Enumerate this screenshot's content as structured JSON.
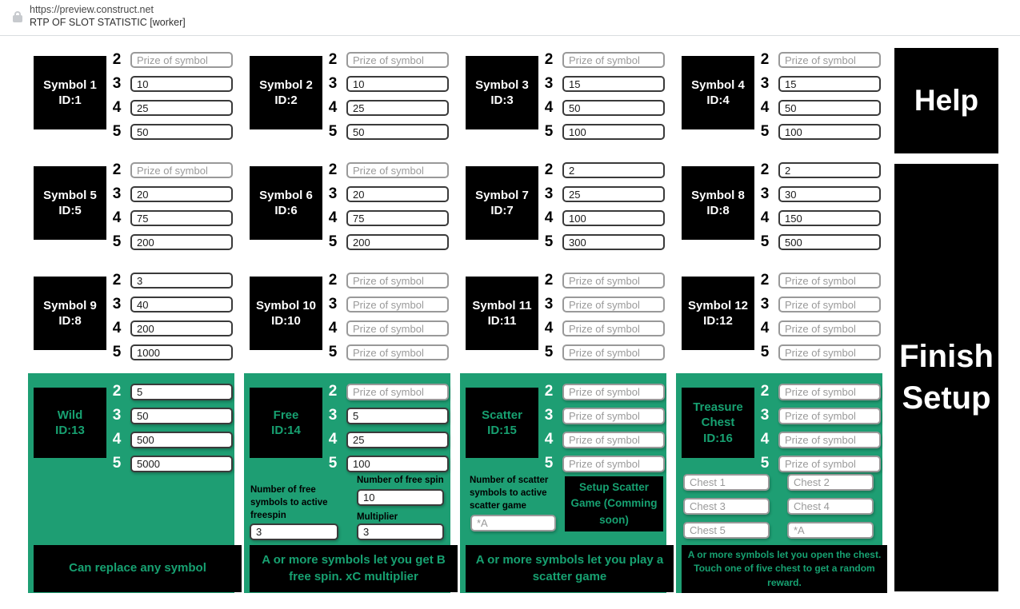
{
  "browser_bar": {
    "url": "https://preview.construct.net",
    "title": "RTP OF SLOT STATISTIC [worker]"
  },
  "labels": {
    "counts": [
      "2",
      "3",
      "4",
      "5"
    ],
    "prize_placeholder": "Prize of symbol"
  },
  "symbols": [
    {
      "name": "Symbol 1",
      "id": "ID:1",
      "values": [
        "",
        "10",
        "25",
        "50"
      ]
    },
    {
      "name": "Symbol 2",
      "id": "ID:2",
      "values": [
        "",
        "10",
        "25",
        "50"
      ]
    },
    {
      "name": "Symbol 3",
      "id": "ID:3",
      "values": [
        "",
        "15",
        "50",
        "100"
      ]
    },
    {
      "name": "Symbol 4",
      "id": "ID:4",
      "values": [
        "",
        "15",
        "50",
        "100"
      ]
    },
    {
      "name": "Symbol 5",
      "id": "ID:5",
      "values": [
        "",
        "20",
        "75",
        "200"
      ]
    },
    {
      "name": "Symbol 6",
      "id": "ID:6",
      "values": [
        "",
        "20",
        "75",
        "200"
      ]
    },
    {
      "name": "Symbol 7",
      "id": "ID:7",
      "values": [
        "2",
        "25",
        "100",
        "300"
      ]
    },
    {
      "name": "Symbol 8",
      "id": "ID:8",
      "values": [
        "2",
        "30",
        "150",
        "500"
      ]
    },
    {
      "name": "Symbol 9",
      "id": "ID:8",
      "values": [
        "3",
        "40",
        "200",
        "1000"
      ]
    },
    {
      "name": "Symbol 10",
      "id": "ID:10",
      "values": [
        "",
        "",
        "",
        ""
      ]
    },
    {
      "name": "Symbol 11",
      "id": "ID:11",
      "values": [
        "",
        "",
        "",
        ""
      ]
    },
    {
      "name": "Symbol 12",
      "id": "ID:12",
      "values": [
        "",
        "",
        "",
        ""
      ]
    }
  ],
  "special": {
    "wild": {
      "name": "Wild",
      "id": "ID:13",
      "values": [
        "5",
        "50",
        "500",
        "5000"
      ],
      "note": "Can replace any symbol"
    },
    "free": {
      "name": "Free",
      "id": "ID:14",
      "values": [
        "",
        "5",
        "25",
        "100"
      ],
      "label_active": "Number of free symbols to active freespin",
      "active_value": "3",
      "label_spins": "Number of free spin",
      "spins_value": "10",
      "label_multiplier": "Multiplier",
      "multiplier_value": "3",
      "note": "A or more symbols let you get B free spin. xC multiplier"
    },
    "scatter": {
      "name": "Scatter",
      "id": "ID:15",
      "values": [
        "",
        "",
        "",
        ""
      ],
      "label_active": "Number of scatter symbols to active scatter game",
      "active_placeholder": "*A",
      "setup_button": "Setup Scatter Game (Comming soon)",
      "note": "A or more symbols let you play a scatter game"
    },
    "treasure": {
      "name": "Treasure Chest",
      "id": "ID:16",
      "values": [
        "",
        "",
        "",
        ""
      ],
      "chest_placeholders": [
        "Chest 1",
        "Chest 2",
        "Chest 3",
        "Chest 4",
        "Chest 5",
        "*A"
      ],
      "note": "A or more symbols let you open the chest. Touch one of five chest to get a random reward."
    }
  },
  "actions": {
    "help": "Help",
    "finish": "Finish Setup"
  },
  "colors": {
    "green": "#1E9E73",
    "greenText": "#17A171"
  }
}
